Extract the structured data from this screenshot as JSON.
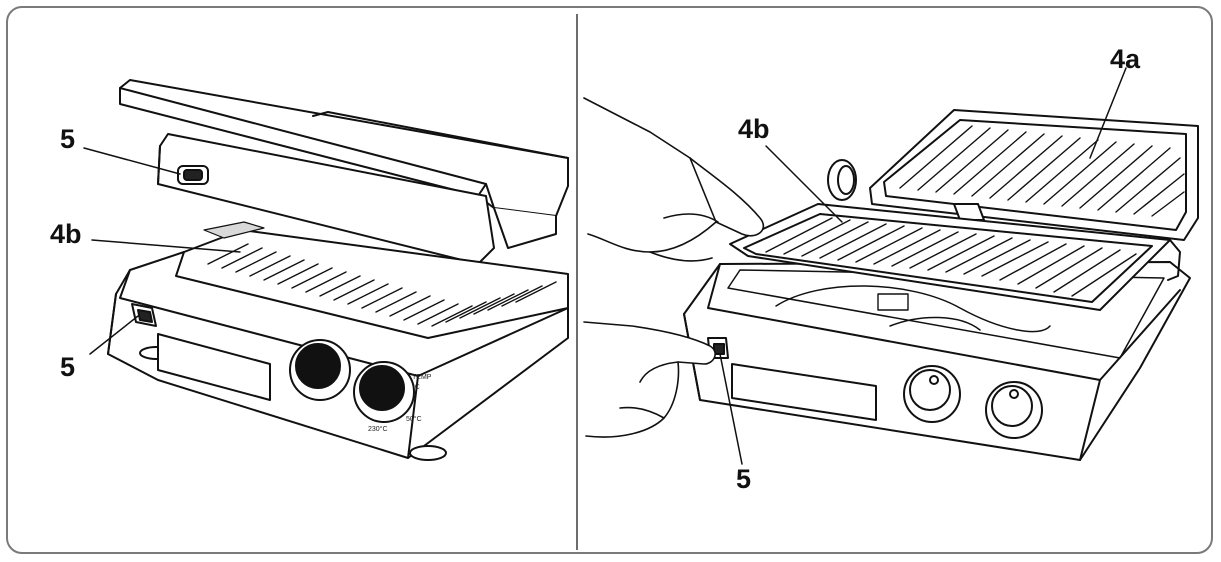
{
  "left_panel": {
    "callouts": {
      "part5_top": "5",
      "part4b": "4b",
      "part5_bottom": "5"
    },
    "dial_labels": {
      "temp": "TEMP",
      "unit": "°C",
      "mark_low": "50°C",
      "mark_high": "230°C"
    }
  },
  "right_panel": {
    "callouts": {
      "part4a": "4a",
      "part4b": "4b",
      "part5": "5"
    }
  },
  "colors": {
    "line": "#111111",
    "frame": "#7a7a7a",
    "divider": "#6d6d6d",
    "shade": "#cfcfcf"
  }
}
